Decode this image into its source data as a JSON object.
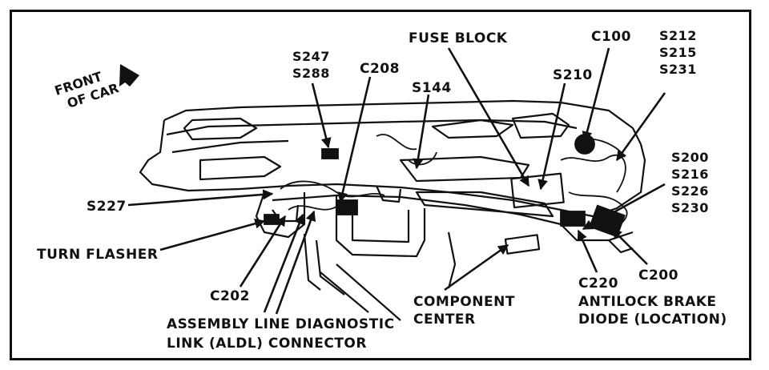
{
  "labels": {
    "front_of_car": [
      "FRONT",
      "OF CAR"
    ],
    "fuse_block": "FUSE BLOCK",
    "c100": "C100",
    "s212_group": [
      "S212",
      "S215",
      "S231"
    ],
    "s247_group": [
      "S247",
      "S288"
    ],
    "c208": "C208",
    "s144": "S144",
    "s210": "S210",
    "s200_group": [
      "S200",
      "S216",
      "S226",
      "S230"
    ],
    "s227": "S227",
    "turn_flasher": "TURN FLASHER",
    "c202": "C202",
    "aldl": [
      "ASSEMBLY LINE DIAGNOSTIC",
      "LINK (ALDL) CONNECTOR"
    ],
    "component_center": [
      "COMPONENT",
      "CENTER"
    ],
    "c220": "C220",
    "c200": "C200",
    "antilock": [
      "ANTILOCK BRAKE",
      "DIODE (LOCATION)"
    ]
  },
  "colors": {
    "ink": "#111111",
    "background": "#ffffff"
  }
}
